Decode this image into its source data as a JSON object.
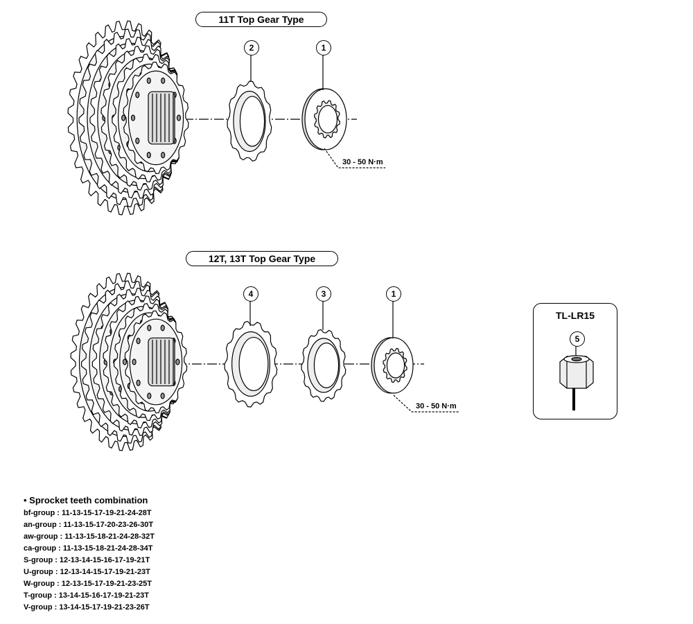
{
  "sections": [
    {
      "title": "11T Top Gear Type",
      "parts": [
        "2",
        "1"
      ],
      "torque": "30 - 50 N·m"
    },
    {
      "title": "12T, 13T Top Gear Type",
      "parts": [
        "4",
        "3",
        "1"
      ],
      "torque": "30 - 50 N·m"
    }
  ],
  "tool": {
    "name": "TL-LR15",
    "part": "5"
  },
  "combination": {
    "title": "• Sprocket teeth combination",
    "rows": [
      "bf-group : 11-13-15-17-19-21-24-28T",
      "an-group : 11-13-15-17-20-23-26-30T",
      "aw-group : 11-13-15-18-21-24-28-32T",
      "ca-group : 11-13-15-18-21-24-28-34T",
      "S-group : 12-13-14-15-16-17-19-21T",
      "U-group : 12-13-14-15-17-19-21-23T",
      "W-group : 12-13-15-17-19-21-23-25T",
      "T-group : 13-14-15-16-17-19-21-23T",
      "V-group : 13-14-15-17-19-21-23-26T"
    ]
  }
}
